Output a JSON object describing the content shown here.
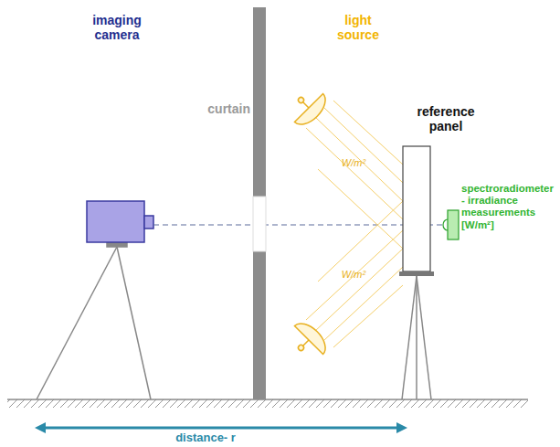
{
  "diagram": {
    "labels": [
      "imaging camera",
      "curtain",
      "light source",
      "reference panel",
      "spectroradiometer - irradiance measurements [W/m²]",
      "W/m²",
      "W/m²",
      "distance- r"
    ]
  }
}
